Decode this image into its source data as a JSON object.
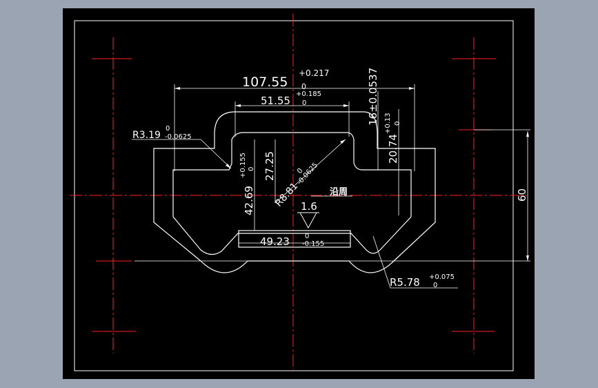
{
  "drawing": {
    "colors": {
      "background": "#000000",
      "outer_border": "#9aa4b2",
      "geometry": "#ffffff",
      "center_lines": "#ff2020",
      "dimension": "#ffffff"
    },
    "dimensions": {
      "overall_width": {
        "value": "107.55",
        "tol_upper": "+0.217",
        "tol_lower": "0"
      },
      "inner_top_width": {
        "value": "51.55",
        "tol_upper": "+0.185",
        "tol_lower": "0"
      },
      "slot_depth_right": {
        "value": "16±0.0537"
      },
      "right_height": {
        "value": "20.74",
        "tol_upper": "+0.13",
        "tol_lower": "0"
      },
      "overall_height": {
        "value": "60"
      },
      "inner_height": {
        "value": "27.25"
      },
      "left_height": {
        "value": "42.69",
        "tol_upper": "+0.155",
        "tol_lower": "0"
      },
      "bottom_width": {
        "value": "49.23",
        "tol_upper": "0",
        "tol_lower": "-0.155"
      },
      "radius_left": {
        "value": "R3.19",
        "tol_upper": "0",
        "tol_lower": "-0.0625"
      },
      "radius_center": {
        "value": "R8.81",
        "tol_upper": "0",
        "tol_lower": "-0.0625"
      },
      "radius_bottom": {
        "value": "R5.78",
        "tol_upper": "+0.075",
        "tol_lower": "0"
      }
    },
    "surface_finish": {
      "value": "1.6",
      "note": "沿周"
    }
  }
}
